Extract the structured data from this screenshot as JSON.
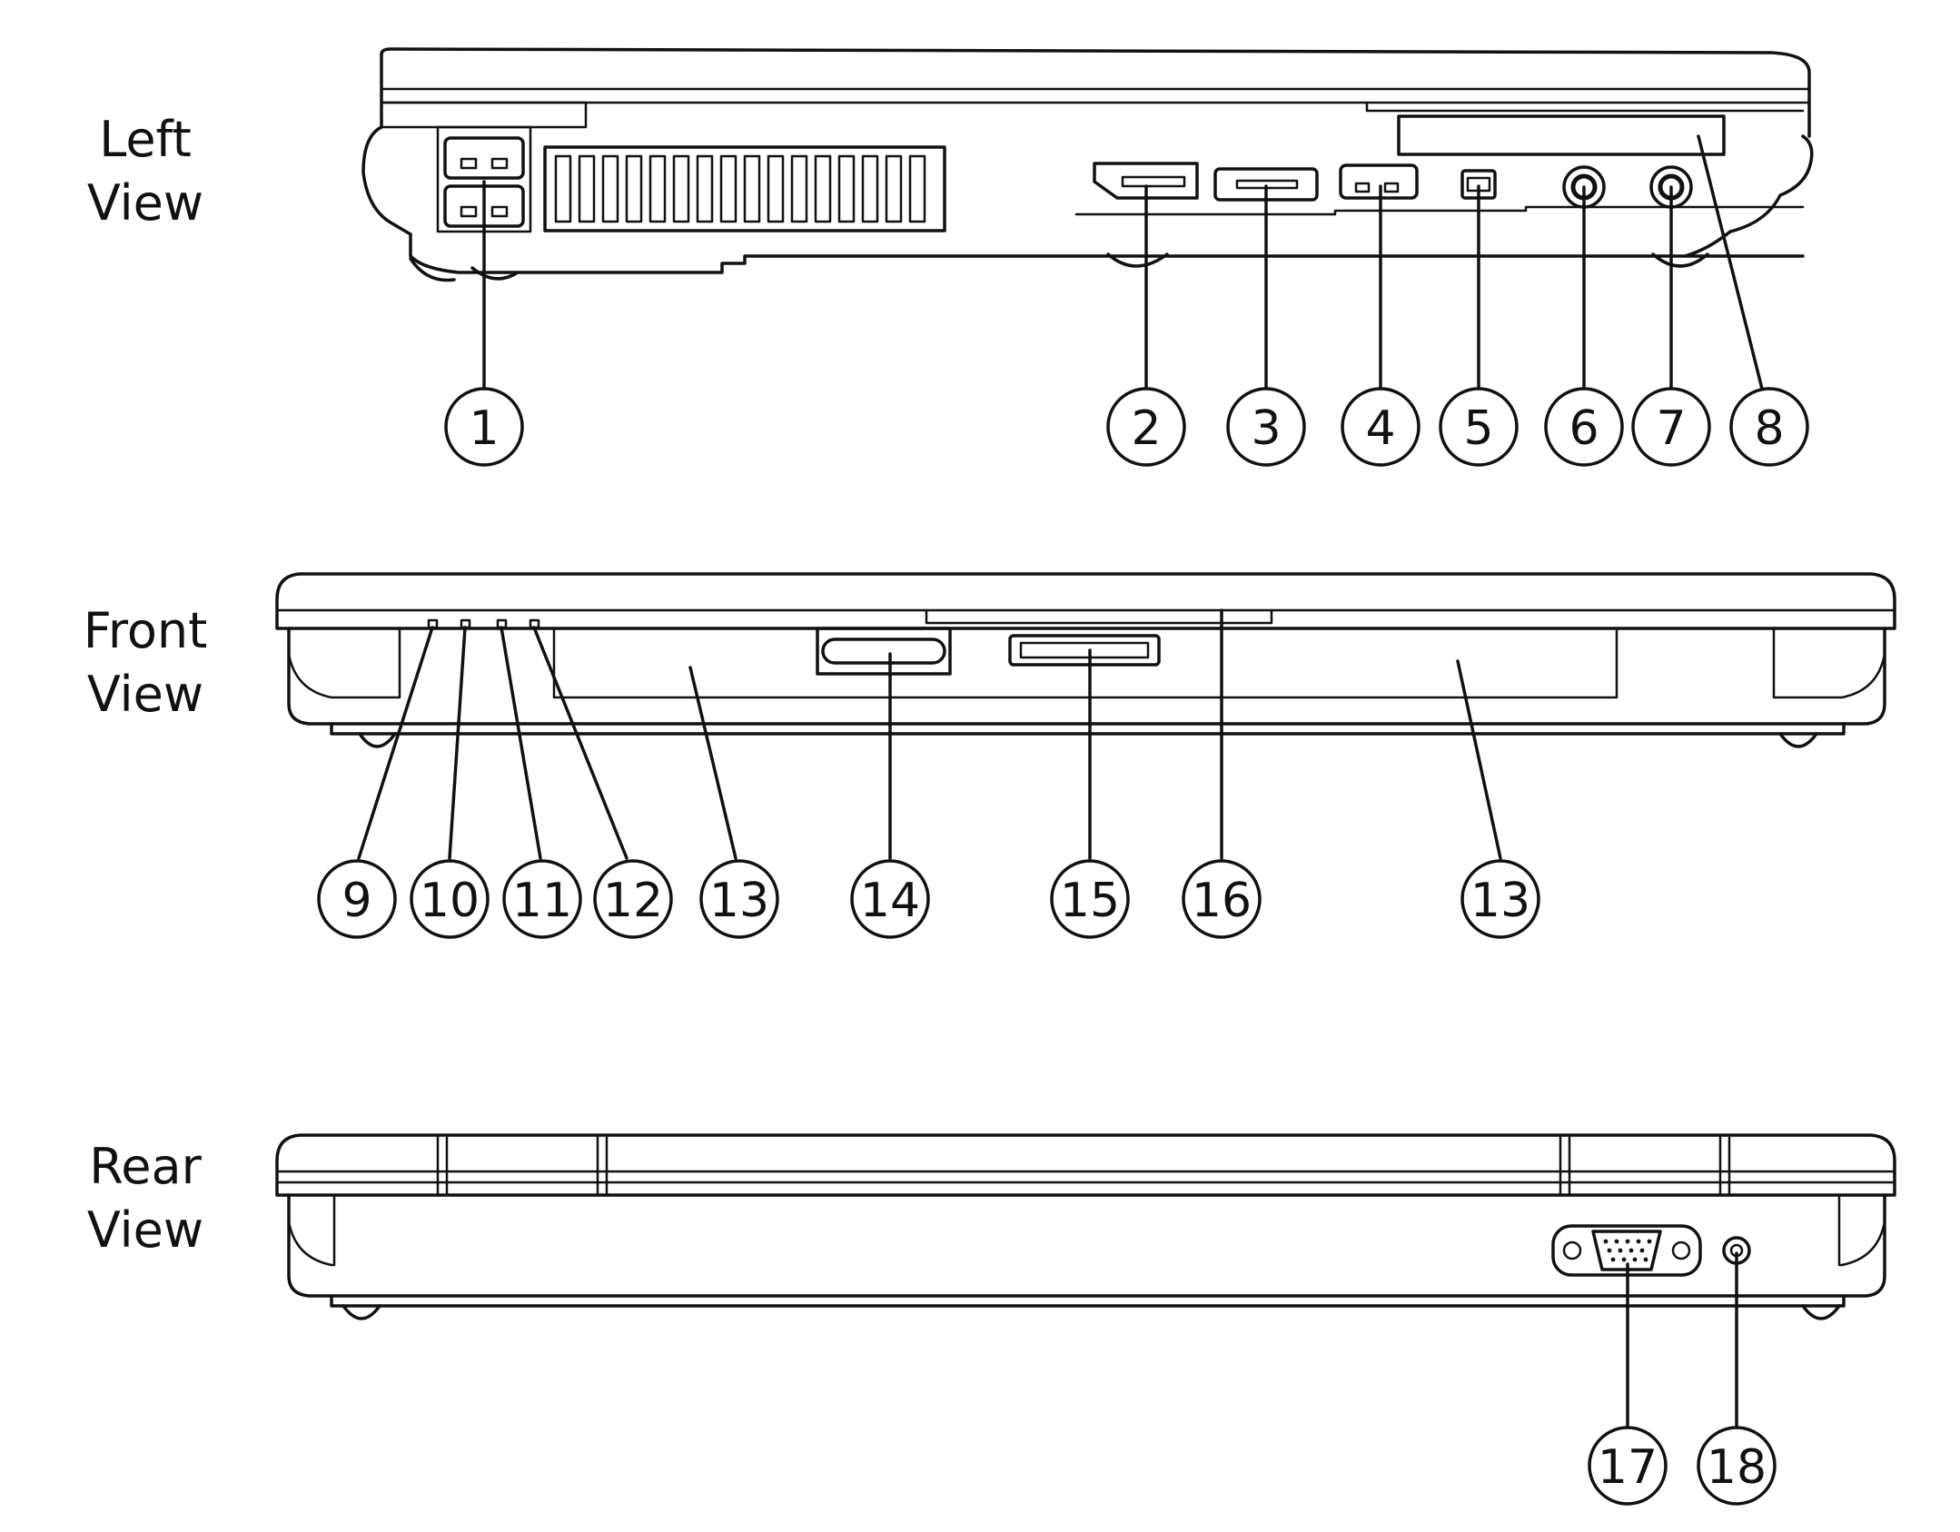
{
  "views": {
    "left": {
      "line1": "Left",
      "line2": "View"
    },
    "front": {
      "line1": "Front",
      "line2": "View"
    },
    "rear": {
      "line1": "Rear",
      "line2": "View"
    }
  },
  "callouts": {
    "c1": "1",
    "c2": "2",
    "c3": "3",
    "c4": "4",
    "c5": "5",
    "c6": "6",
    "c7": "7",
    "c8": "8",
    "c9": "9",
    "c10": "10",
    "c11": "11",
    "c12": "12",
    "c13a": "13",
    "c14": "14",
    "c15": "15",
    "c16": "16",
    "c13b": "13",
    "c17": "17",
    "c18": "18"
  },
  "colors": {
    "line": "#111111",
    "background": "#ffffff"
  }
}
